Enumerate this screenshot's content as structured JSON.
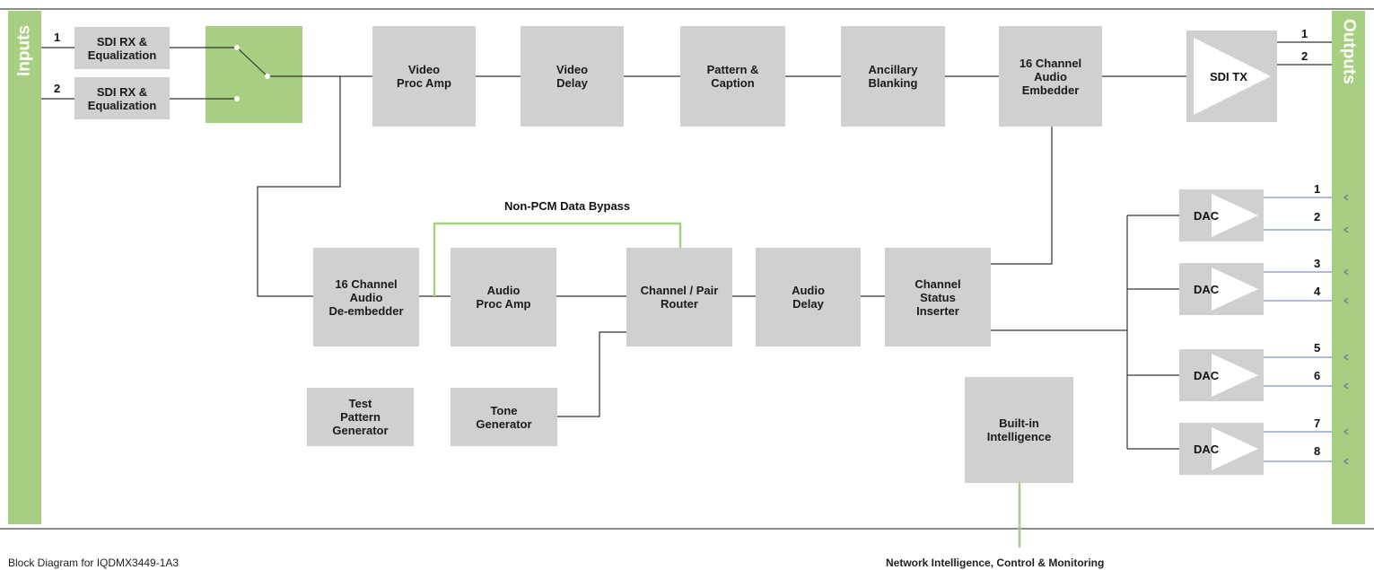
{
  "side": {
    "inputs": "Inputs",
    "outputs": "Outputs"
  },
  "blocks": {
    "sdi_rx_1": "SDI RX &\nEqualization",
    "sdi_rx_2": "SDI RX &\nEqualization",
    "video_proc_amp": "Video\nProc Amp",
    "video_delay": "Video\nDelay",
    "pattern_caption": "Pattern &\nCaption",
    "ancillary_blanking": "Ancillary\nBlanking",
    "audio_embedder": "16 Channel\nAudio\nEmbedder",
    "sdi_tx": "SDI TX",
    "audio_deembedder": "16 Channel\nAudio\nDe-embedder",
    "audio_proc_amp": "Audio\nProc Amp",
    "channel_pair_router": "Channel / Pair\nRouter",
    "audio_delay": "Audio\nDelay",
    "channel_status_inserter": "Channel\nStatus\nInserter",
    "test_pattern_generator": "Test\nPattern\nGenerator",
    "tone_generator": "Tone\nGenerator",
    "built_in_intelligence": "Built-in\nIntelligence",
    "dac_1": "DAC",
    "dac_2": "DAC",
    "dac_3": "DAC",
    "dac_4": "DAC"
  },
  "input_numbers": [
    "1",
    "2"
  ],
  "sdi_output_numbers": [
    "1",
    "2"
  ],
  "analog_output_numbers": [
    "1",
    "2",
    "3",
    "4",
    "5",
    "6",
    "7",
    "8"
  ],
  "labels": {
    "bypass": "Non-PCM Data Bypass",
    "network": "Network Intelligence, Control & Monitoring",
    "caption": "Block Diagram for IQDMX3449-1A3"
  },
  "colors": {
    "green": "#a6cf82",
    "block_gray": "#d0d0d0",
    "line": "#333333",
    "output_line": "#5a78a8",
    "rule": "#8c8c8c"
  }
}
